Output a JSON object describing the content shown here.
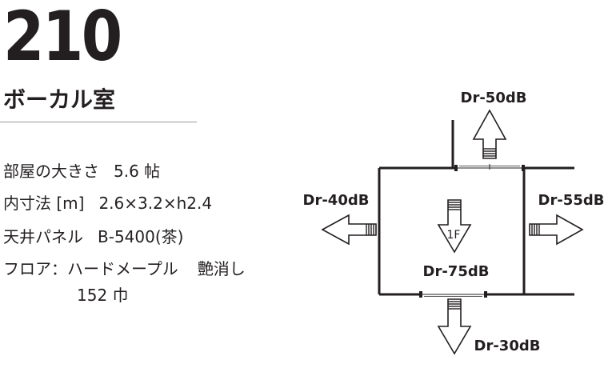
{
  "room": {
    "number": "210",
    "name": "ボーカル室"
  },
  "specs": {
    "size": {
      "label": "部屋の大きさ",
      "value": "5.6 帖"
    },
    "dimensions": {
      "label": "内寸法 [m]",
      "value": "2.6×3.2×h2.4"
    },
    "ceiling": {
      "label": "天井パネル",
      "value": "B-5400(茶)"
    },
    "floor": {
      "label": "フロア：ハードメープル",
      "finish": "艶消し",
      "size": "152 巾"
    }
  },
  "plan": {
    "floor_label": "1F",
    "ratings": {
      "top": "Dr-50dB",
      "left": "Dr-40dB",
      "right": "Dr-55dB",
      "center": "Dr-75dB",
      "bottom": "Dr-30dB"
    }
  }
}
